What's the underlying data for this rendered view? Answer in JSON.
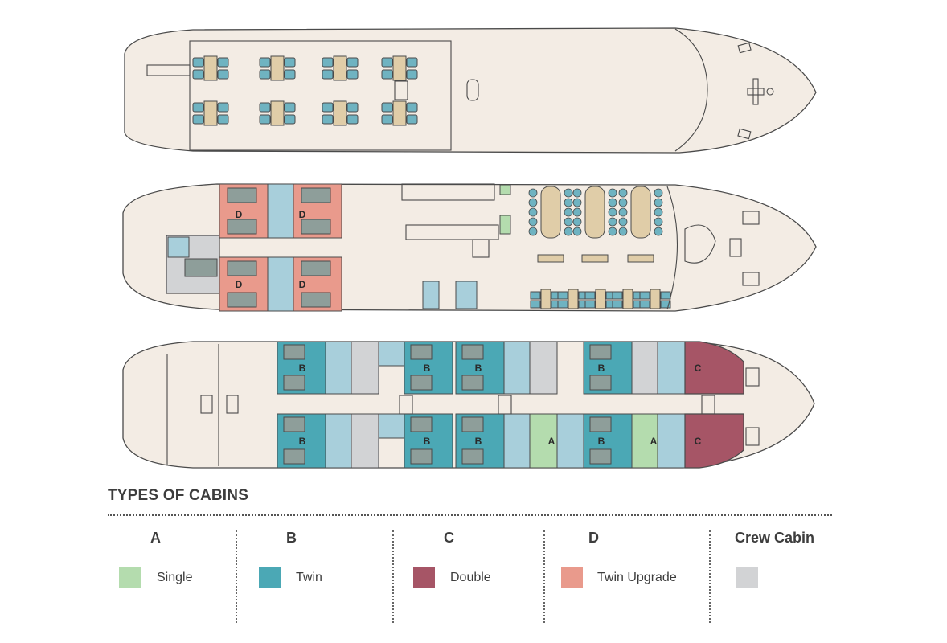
{
  "colors": {
    "hull": "#f3ece4",
    "outline": "#4a4a4a",
    "single": "#b4dcae",
    "twin": "#4ba8b5",
    "double": "#a65566",
    "twin_upgrade": "#e99a8c",
    "crew": "#d2d3d5",
    "table": "#e0cda8",
    "chair": "#6fb3c1",
    "bed": "#8e9e9a",
    "bathroom": "#a8cfdb"
  },
  "deck_labels": {
    "middle_upgrade_cabins": [
      "D",
      "D",
      "D",
      "D"
    ],
    "lower_top_row": [
      "B",
      "B",
      "B",
      "B",
      "C"
    ],
    "lower_bottom_row": [
      "B",
      "B",
      "B",
      "A",
      "B",
      "A",
      "C"
    ]
  },
  "legend": {
    "title": "TYPES OF CABINS",
    "items": [
      {
        "code": "A",
        "label": "Single",
        "swatch": "single"
      },
      {
        "code": "B",
        "label": "Twin",
        "swatch": "twin"
      },
      {
        "code": "C",
        "label": "Double",
        "swatch": "double"
      },
      {
        "code": "D",
        "label": "Twin Upgrade",
        "swatch": "twin_upgrade"
      },
      {
        "code": "Crew Cabin",
        "label": "",
        "swatch": "crew"
      }
    ]
  }
}
